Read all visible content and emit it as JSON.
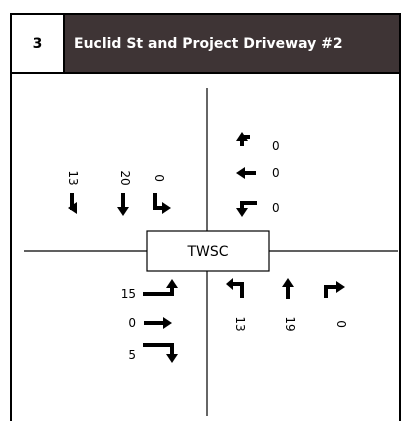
{
  "intersection": {
    "number": "3",
    "name": "Euclid St and Project Driveway #2",
    "control": "TWSC"
  },
  "movements": {
    "southbound": {
      "right": "13",
      "through": "20",
      "left": "0"
    },
    "westbound": {
      "left": "0",
      "through": "0",
      "right": "0"
    },
    "eastbound": {
      "left": "15",
      "through": "0",
      "right": "5"
    },
    "northbound": {
      "left": "13",
      "through": "19",
      "right": "0"
    }
  },
  "colors": {
    "header_bg": "#3e3435",
    "lines": "#000000"
  }
}
